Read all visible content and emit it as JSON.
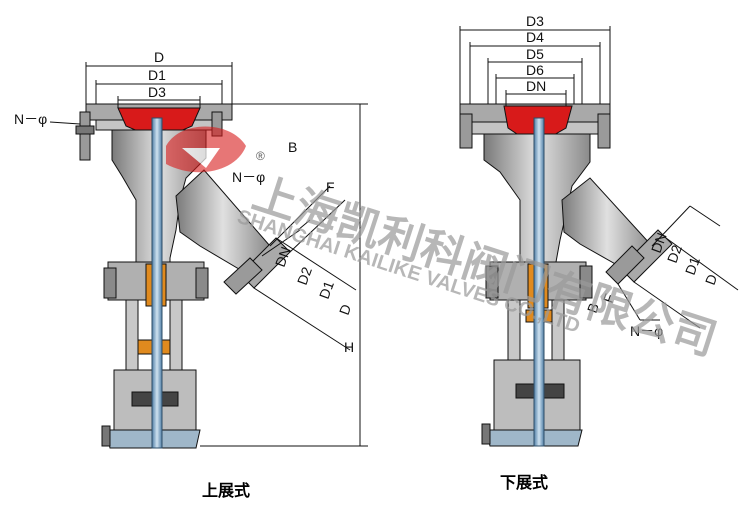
{
  "left_view": {
    "caption": "上展式",
    "dims": {
      "D": "D",
      "D1": "D1",
      "D3": "D3",
      "N_phi_top": "N－φ",
      "B": "B",
      "F": "F",
      "N_phi_side": "N－φ",
      "DN": "DN",
      "D2": "D2",
      "D1_side": "D1",
      "D_side": "D",
      "H": "H"
    }
  },
  "right_view": {
    "caption": "下展式",
    "dims": {
      "D3": "D3",
      "D4": "D4",
      "D5": "D5",
      "D6": "D6",
      "DN_top": "DN",
      "DN": "DN",
      "D2": "D2",
      "D1": "D1",
      "D": "D",
      "B": "B",
      "F": "F",
      "N_phi": "N－φ"
    }
  },
  "watermark": {
    "company_cn": "上海凯利科阀门有限公司",
    "company_en": "SHANGHAI KAILIKE VALVES CO.,LTD",
    "registered": "®"
  },
  "colors": {
    "body_fill": "#b8b8b8",
    "body_dark": "#6e6e6e",
    "flange_fill": "#a9a9a9",
    "red_disc": "#d81a1a",
    "orange_part": "#e08a1e",
    "stem_blue": "#7fa8c9",
    "wm_gray": "#9a9a9a"
  }
}
